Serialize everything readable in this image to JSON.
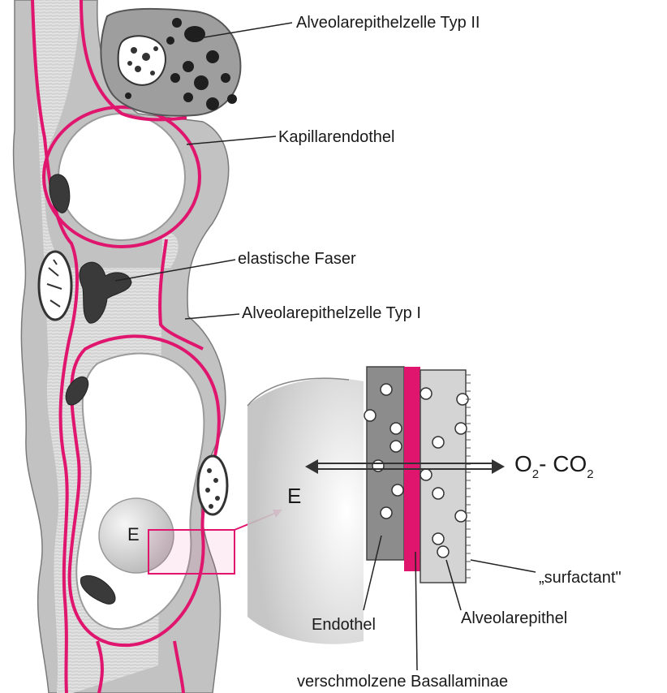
{
  "labels": {
    "typ2": "Alveolarepithelzelle Typ II",
    "kapillar": "Kapillarendothel",
    "faser": "elastische Faser",
    "typ1": "Alveolarepithelzelle Typ I",
    "surfactant": "„surfactant\"",
    "endothel": "Endothel",
    "alveolarepithel": "Alveolarepithel",
    "basal": "verschmolzene Basallaminae",
    "e_small": "E",
    "e_big": "E",
    "gas": {
      "o": "O",
      "o_sub": "2",
      "dash": "- CO",
      "co_sub": "2"
    }
  },
  "colors": {
    "membrane": "#e0156e",
    "tissue": "#bdbdbd",
    "tissue_dark": "#8c8c8c",
    "nucleus": "#3a3a3a",
    "lumen": "#ffffff"
  }
}
